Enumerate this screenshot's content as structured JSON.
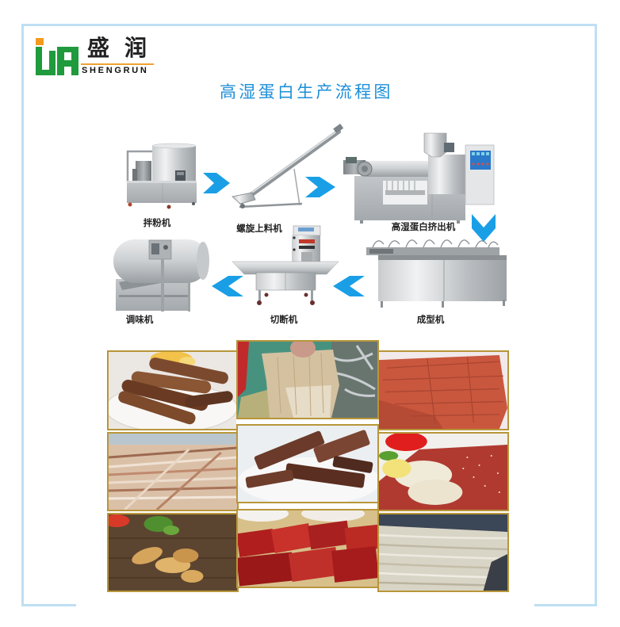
{
  "logo": {
    "brand_cn": "盛润",
    "brand_en": "SHENGRUN",
    "icon": "shengrun-logo-mark",
    "colors": {
      "green": "#1f9a3c",
      "orange": "#f39a1e",
      "underline": "#f0a030"
    }
  },
  "title": "高湿蛋白生产流程图",
  "colors": {
    "title": "#1d8fd8",
    "arrow": "#1a9fe6",
    "frame": "#bfdff3",
    "tile_border": "#b8963a"
  },
  "process": {
    "steps": [
      {
        "label": "拌粉机",
        "icon": "powder-mixer"
      },
      {
        "label": "螺旋上料机",
        "icon": "screw-conveyor"
      },
      {
        "label": "高湿蛋白挤出机",
        "icon": "high-moisture-protein-extruder"
      },
      {
        "label": "成型机",
        "icon": "forming-machine"
      },
      {
        "label": "切断机",
        "icon": "cutting-machine"
      },
      {
        "label": "调味机",
        "icon": "seasoning-tumbler"
      }
    ],
    "arrows": [
      {
        "from": "拌粉机",
        "to": "螺旋上料机",
        "direction": "right"
      },
      {
        "from": "螺旋上料机",
        "to": "高湿蛋白挤出机",
        "direction": "right"
      },
      {
        "from": "高湿蛋白挤出机",
        "to": "成型机",
        "direction": "down"
      },
      {
        "from": "成型机",
        "to": "切断机",
        "direction": "left"
      },
      {
        "from": "切断机",
        "to": "调味机",
        "direction": "left"
      }
    ]
  },
  "products": [
    {
      "name": "rolled brown jerky on plate"
    },
    {
      "name": "hand tearing fibrous protein slab"
    },
    {
      "name": "red-orange jerky sheets"
    },
    {
      "name": "shredded fibrous protein"
    },
    {
      "name": "dark brown protein sticks"
    },
    {
      "name": "red jerky slices with crackers"
    },
    {
      "name": "golden fried protein pieces"
    },
    {
      "name": "red jerky squares"
    },
    {
      "name": "cream fibrous protein strands"
    }
  ]
}
